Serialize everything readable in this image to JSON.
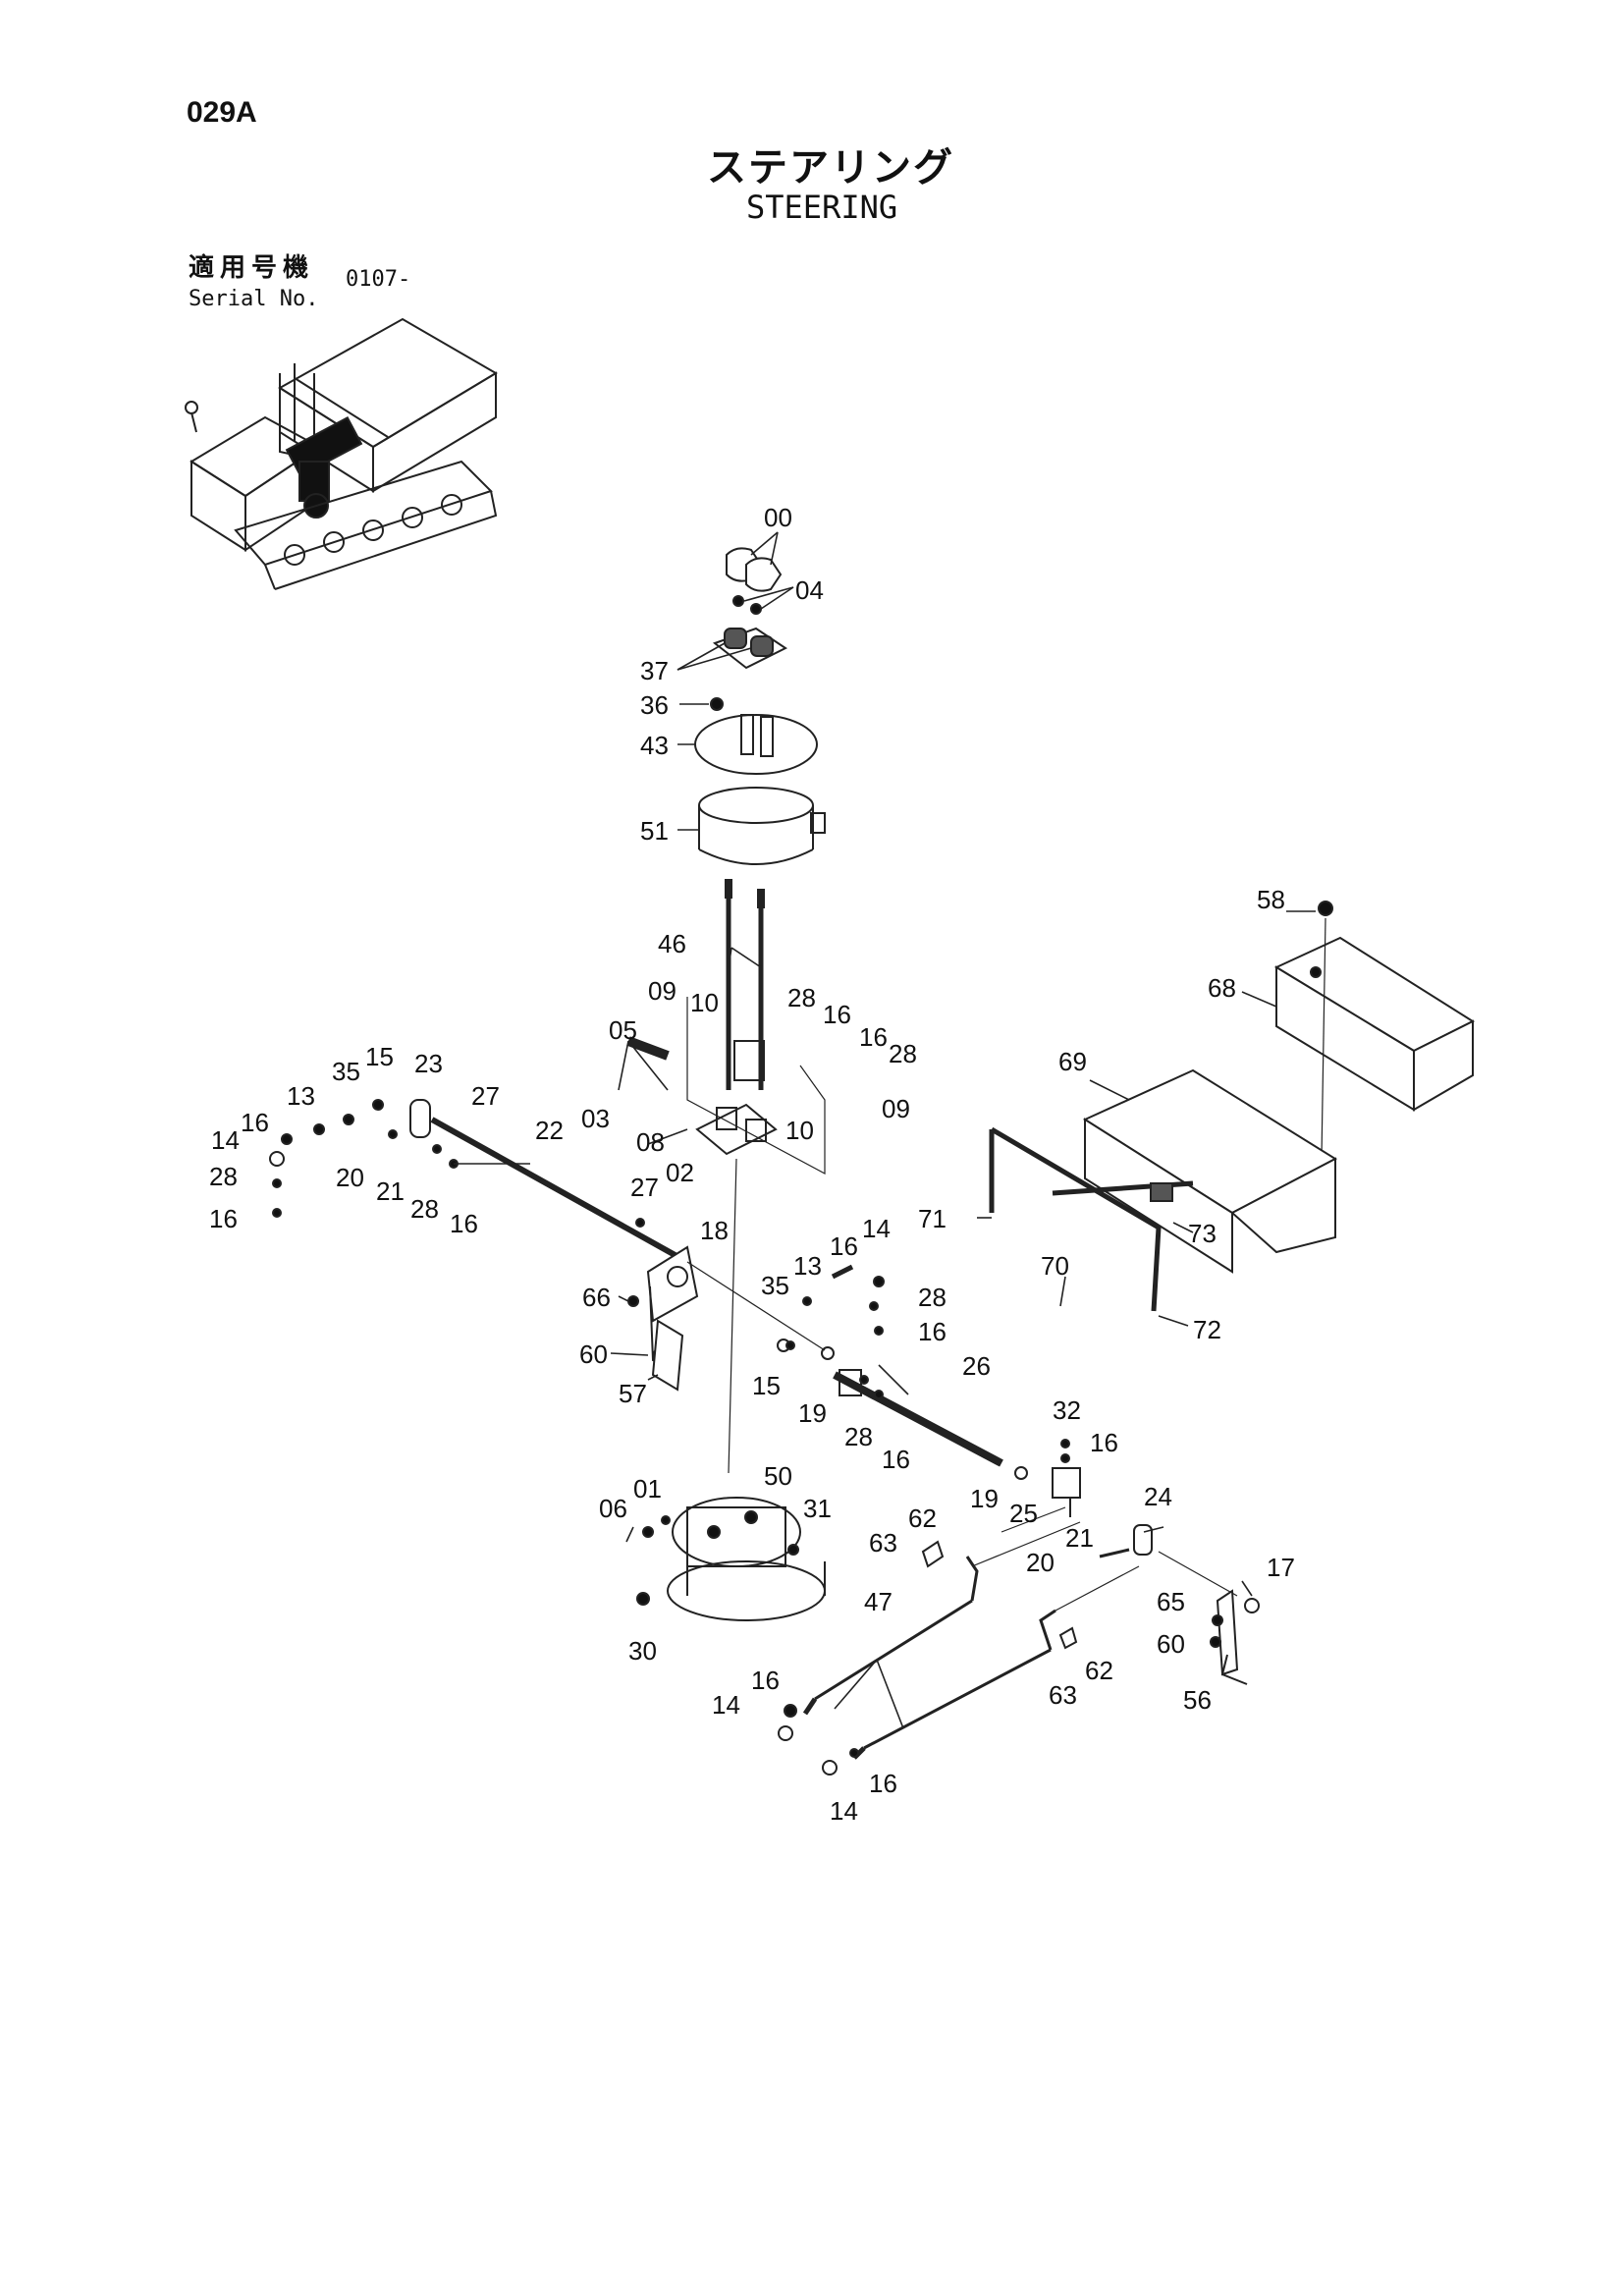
{
  "header": {
    "page_code": "029A",
    "title_jp": "ステアリング",
    "title_en": "STEERING",
    "serial_label_jp": "適用号機",
    "serial_label_en": "Serial No.",
    "serial_value": "0107-"
  },
  "part_labels": [
    "00",
    "04",
    "37",
    "36",
    "43",
    "51",
    "46",
    "58",
    "68",
    "69",
    "05",
    "09",
    "10",
    "28",
    "16",
    "03",
    "08",
    "02",
    "35",
    "15",
    "23",
    "13",
    "14",
    "27",
    "22",
    "20",
    "21",
    "18",
    "66",
    "60",
    "57",
    "71",
    "70",
    "72",
    "73",
    "26",
    "19",
    "32",
    "25",
    "24",
    "17",
    "65",
    "56",
    "50",
    "01",
    "06",
    "31",
    "30",
    "62",
    "63",
    "47"
  ]
}
